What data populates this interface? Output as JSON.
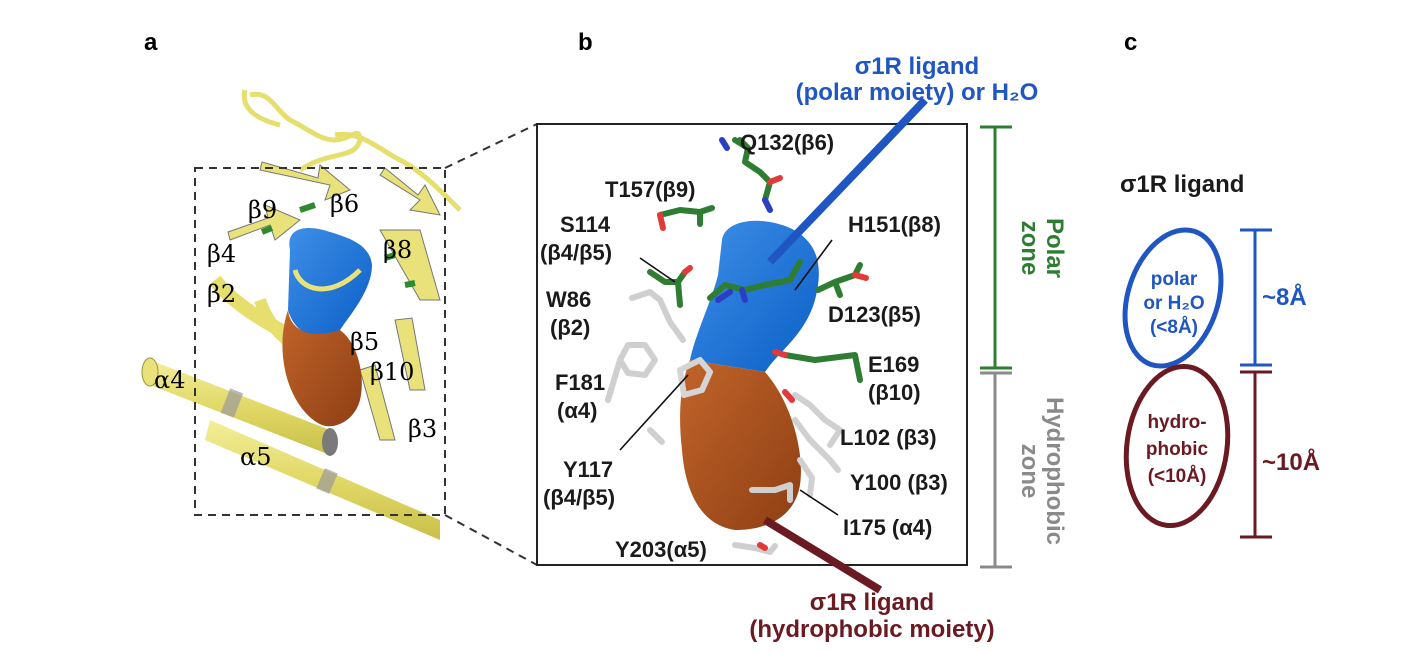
{
  "panels": {
    "a": "a",
    "b": "b",
    "c": "c"
  },
  "panel_a": {
    "labels": [
      "β9",
      "β6",
      "β4",
      "β8",
      "β2",
      "β5",
      "β10",
      "α4",
      "β3",
      "α5"
    ]
  },
  "panel_b": {
    "top_ligand": {
      "line1": "σ1R ligand",
      "line2": "(polar moiety) or H₂O"
    },
    "bottom_ligand": {
      "line1": "σ1R ligand",
      "line2": "(hydrophobic moiety)"
    },
    "residues_polar": [
      "Q132(β6)",
      "T157(β9)",
      "S114",
      "(β4/β5)",
      "H151(β8)",
      "W86",
      "(β2)",
      "D123(β5)",
      "E169",
      "(β10)"
    ],
    "residues_hydrophobic": [
      "F181",
      "(α4)",
      "L102 (β3)",
      "Y117",
      "(β4/β5)",
      "Y100 (β3)",
      "I175 (α4)",
      "Y203(α5)"
    ],
    "zones": {
      "polar_line1": "Polar",
      "polar_line2": "zone",
      "hydro_line1": "Hydrophobic",
      "hydro_line2": "zone"
    }
  },
  "panel_c": {
    "title": "σ1R ligand",
    "polar": {
      "l1": "polar",
      "l2": "or H₂O",
      "l3": "(<8Å)",
      "size": "~8Å"
    },
    "hydro": {
      "l1": "hydro-",
      "l2": "phobic",
      "l3": "(<10Å)",
      "size": "~10Å"
    }
  },
  "colors": {
    "blue": "#1f56c2",
    "maroon": "#6b1a22",
    "green": "#2e7d32",
    "gray": "#8a8a8a",
    "helix": "#e9e27a",
    "orange": "#b5561f"
  }
}
